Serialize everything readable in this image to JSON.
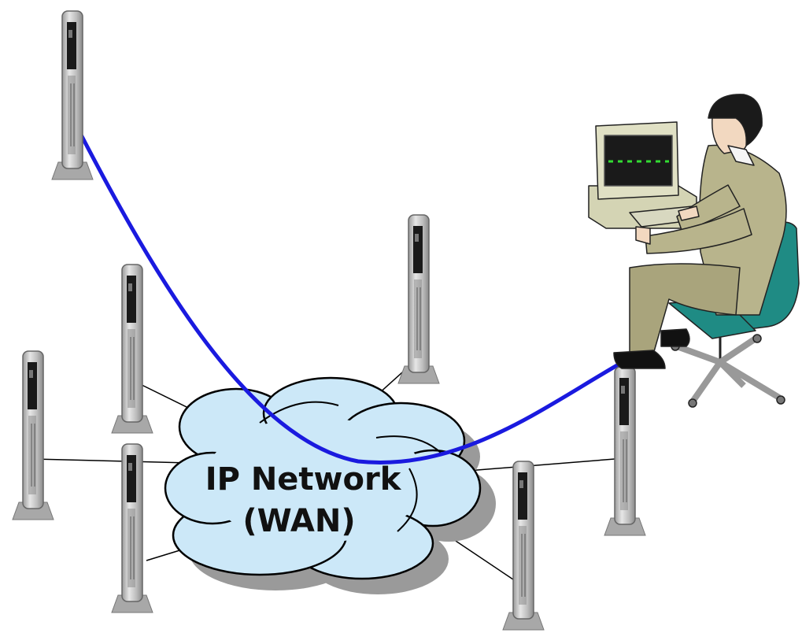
{
  "diagram": {
    "cloud": {
      "label_line1": "IP Network",
      "label_line2": "(WAN)"
    },
    "devices": [
      {
        "id": "device-top-left"
      },
      {
        "id": "device-left-upper"
      },
      {
        "id": "device-far-left"
      },
      {
        "id": "device-left-lower"
      },
      {
        "id": "device-center"
      },
      {
        "id": "device-right"
      },
      {
        "id": "device-bottom-right"
      }
    ],
    "operator": {
      "icon": "operator-at-computer-icon"
    },
    "colors": {
      "cloud_fill": "#cce8f8",
      "cloud_shadow": "#9a9a9a",
      "connection_line": "#000000",
      "remote_link": "#1a1adf",
      "device_body": "#c8c8c8",
      "device_panel": "#1a1a1a",
      "monitor_trace": "#33dd33"
    }
  }
}
